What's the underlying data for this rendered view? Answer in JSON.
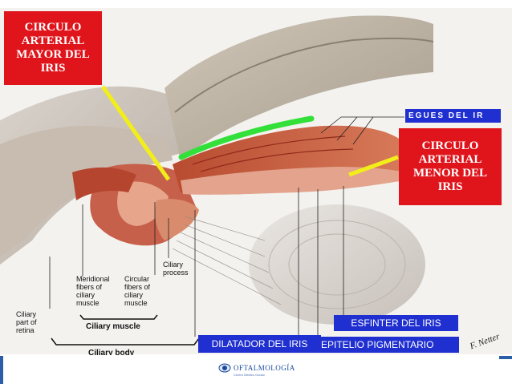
{
  "labels": {
    "circulo_mayor": "CIRCULO\nARTERIAL\nMAYOR DEL\nIRIS",
    "circulo_menor": "CIRCULO\nARTERIAL\nMENOR DEL\nIRIS",
    "pliegues": "EGUES DEL IR",
    "esfinter": "ESFINTER DEL IRIS",
    "dilatador": "DILATADOR DEL IRIS",
    "epitelio": "EPITELIO PIGMENTARIO",
    "ciliary_part_retina": "Ciliary\npart of\nretina",
    "meridional": "Meridional\nfibers of\nciliary\nmuscle",
    "circular": "Circular\nfibers of\nciliary\nmuscle",
    "ciliary_process": "Ciliary\nprocess",
    "ciliary_muscle": "Ciliary muscle",
    "ciliary_body": "Ciliary body",
    "signature": "F. Netter"
  },
  "footer": {
    "logo_text": "OFTALMOLOGÍA",
    "sub_text": "Centro Médico Ocular"
  },
  "colors": {
    "red_label": "#e0141b",
    "blue_label": "#1f2fd0",
    "yellow_pointer": "#f2ee1a",
    "green_marker": "#33e03a"
  }
}
